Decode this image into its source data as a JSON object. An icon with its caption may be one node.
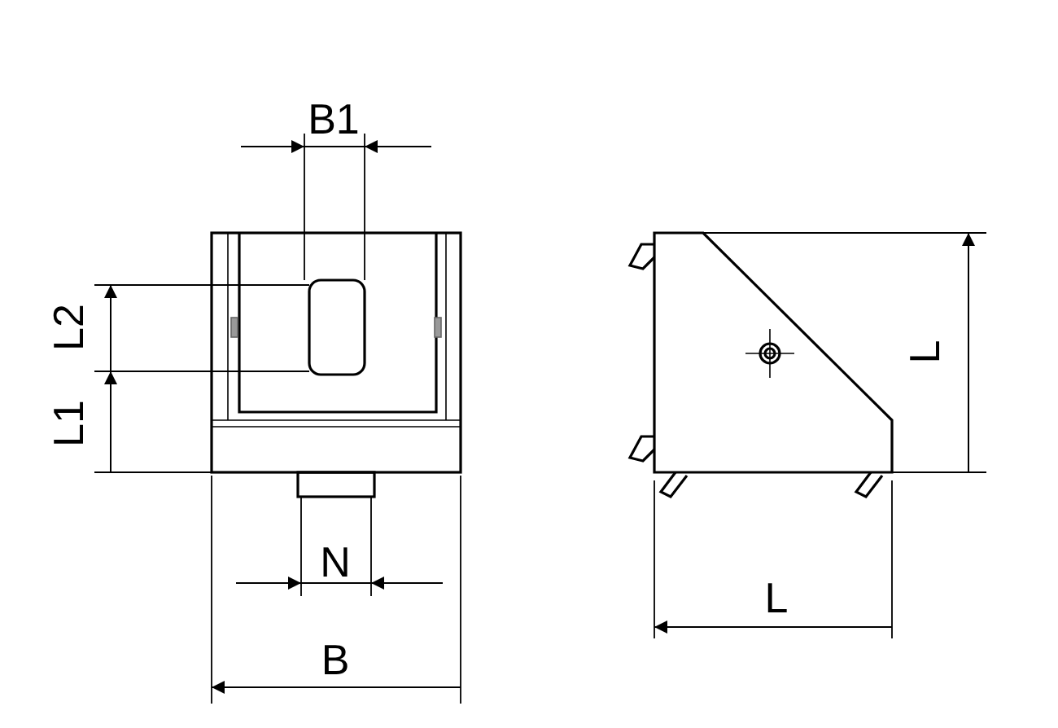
{
  "diagram": {
    "labels": [
      "B1",
      "L2",
      "L1",
      "N",
      "B",
      "L",
      "L"
    ]
  }
}
